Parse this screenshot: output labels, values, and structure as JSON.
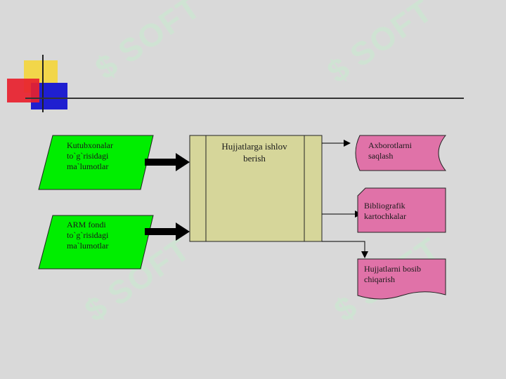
{
  "watermark": {
    "text": "SOFT",
    "color": "#c9e6cf"
  },
  "colors": {
    "input_fill": "#00ee00",
    "process_fill": "#d6d69a",
    "output_fill": "#e072a8",
    "deco_yellow": "#f2d64a",
    "deco_red": "#e8212e",
    "deco_blue": "#1f1fd0",
    "arrow": "#000000"
  },
  "inputs": [
    {
      "id": "kutubxona",
      "text": "Kutubxonalar\nto`g`risidagi\nma`lumotlar"
    },
    {
      "id": "arm",
      "text": "ARM fondi\nto`g`risidagi\nma`lumotlar"
    }
  ],
  "process": {
    "text": "Hujjatlarga ishlov\nberish"
  },
  "outputs": [
    {
      "id": "saqlash",
      "text": "Axborotlarni\nsaqlash"
    },
    {
      "id": "kartochka",
      "text": "Bibliografik\nkartochkalar"
    },
    {
      "id": "chiqarish",
      "text": "Hujjatlarni bosib\nchiqarish"
    }
  ]
}
